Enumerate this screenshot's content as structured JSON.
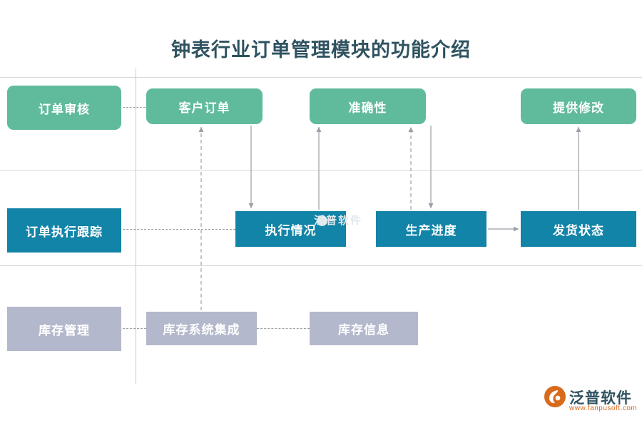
{
  "title": "钟表行业订单管理模块的功能介绍",
  "rows": [
    {
      "key": "order-review",
      "label": "订单审核",
      "color": "#5fbb9b",
      "nodes": [
        {
          "key": "customer-order",
          "label": "客户订单"
        },
        {
          "key": "accuracy",
          "label": "准确性"
        },
        {
          "key": "provide-modification",
          "label": "提供修改"
        }
      ]
    },
    {
      "key": "order-execution-tracking",
      "label": "订单执行跟踪",
      "color": "#1284a8",
      "nodes": [
        {
          "key": "execution-status",
          "label": "执行情况"
        },
        {
          "key": "production-progress",
          "label": "生产进度"
        },
        {
          "key": "shipping-status",
          "label": "发货状态"
        }
      ]
    },
    {
      "key": "inventory-management",
      "label": "库存管理",
      "color": "#b3b8cc",
      "nodes": [
        {
          "key": "inventory-system-integration",
          "label": "库存系统集成"
        },
        {
          "key": "inventory-information",
          "label": "库存信息"
        }
      ]
    }
  ],
  "watermark": {
    "text": "泛普软件"
  },
  "logo": {
    "name": "泛普软件",
    "url": "www.fanpusoft.com"
  }
}
